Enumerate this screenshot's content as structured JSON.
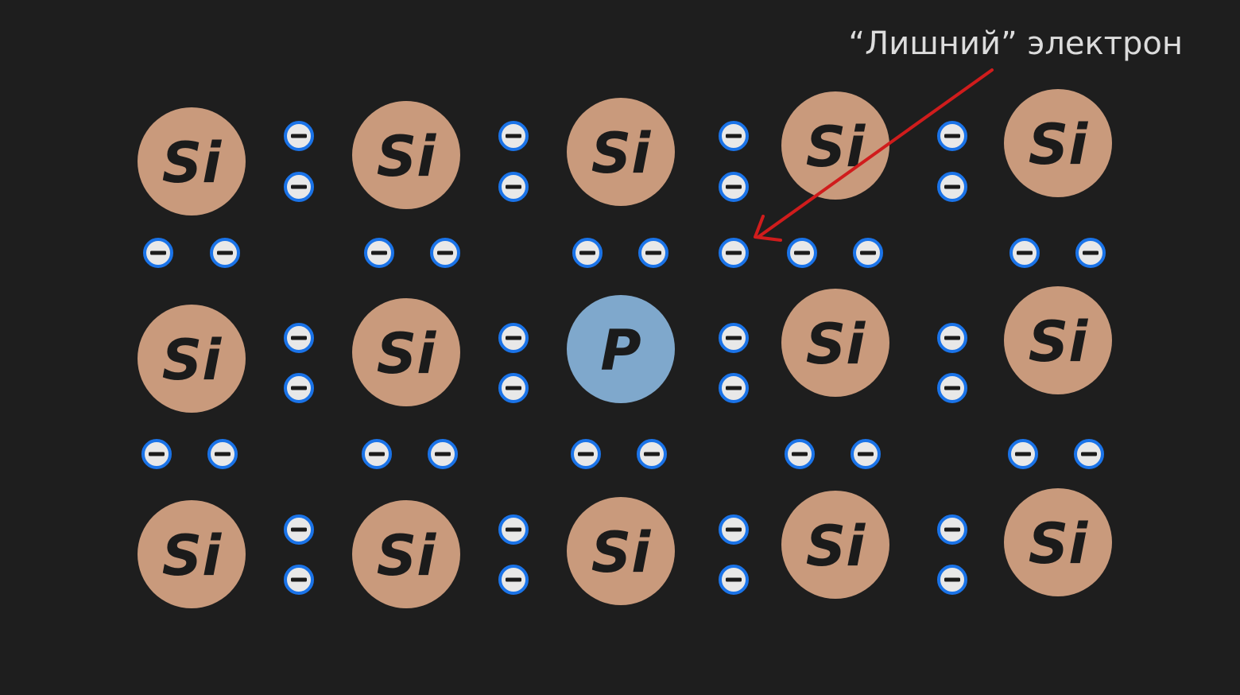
{
  "annotation": {
    "label": "“Лишний” электрон",
    "arrow_color": "#d01c1c"
  },
  "colors": {
    "background": "#1e1e1e",
    "silicon": "#c99a7c",
    "phosphorus": "#7fa8cc",
    "electron_fill": "#e8e8e8",
    "electron_ring": "#1a73e8",
    "electron_sign": "#1b1b1b"
  },
  "lattice": {
    "rows": [
      [
        "Si",
        "Si",
        "Si",
        "Si",
        "Si"
      ],
      [
        "Si",
        "Si",
        "P",
        "Si",
        "Si"
      ],
      [
        "Si",
        "Si",
        "Si",
        "Si",
        "Si"
      ]
    ],
    "electron_symbol": "minus-sign",
    "extra_electron": {
      "between_columns": [
        2,
        3
      ],
      "bond_row_after": 0
    }
  }
}
